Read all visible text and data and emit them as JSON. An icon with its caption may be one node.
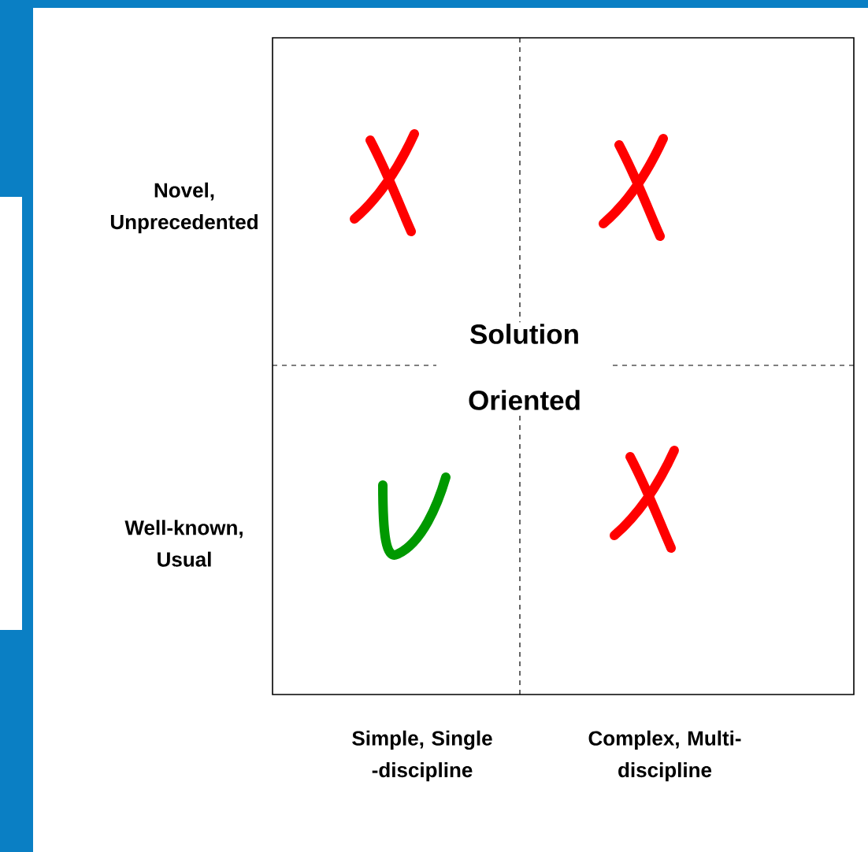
{
  "diagram": {
    "labels": [
      "Novel, Unprecedented",
      "Solution Oriented",
      "Well-known, Usual",
      "Simple, Single -discipline",
      "Complex, Multi-discipline"
    ]
  }
}
